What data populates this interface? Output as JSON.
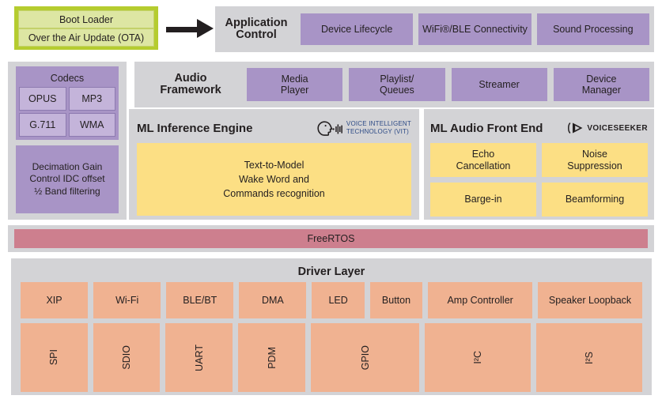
{
  "boot": {
    "items": [
      {
        "label": "Boot Loader"
      },
      {
        "label": "Over the Air Update (OTA)"
      }
    ]
  },
  "application_control": {
    "title_line1": "Application",
    "title_line2": "Control",
    "boxes": [
      {
        "label": "Device Lifecycle"
      },
      {
        "label": "WiFi®/BLE Connectivity"
      },
      {
        "label": "Sound Processing"
      }
    ]
  },
  "codecs": {
    "title": "Codecs",
    "cells": [
      {
        "label": "OPUS"
      },
      {
        "label": "MP3"
      },
      {
        "label": "G.711"
      },
      {
        "label": "WMA"
      }
    ],
    "decimation_line1": "Decimation Gain",
    "decimation_line2": "Control IDC offset",
    "decimation_line3": "½ Band filtering"
  },
  "audio_framework": {
    "title_line1": "Audio",
    "title_line2": "Framework",
    "boxes": [
      {
        "line1": "Media",
        "line2": "Player"
      },
      {
        "line1": "Playlist/",
        "line2": "Queues"
      },
      {
        "line1": "Streamer",
        "line2": ""
      },
      {
        "line1": "Device",
        "line2": "Manager"
      }
    ]
  },
  "ml_inference": {
    "title": "ML Inference Engine",
    "logo_line1": "VOICE INTELLIGENT",
    "logo_line2": "TECHNOLOGY (VIT)",
    "body_line1": "Text-to-Model",
    "body_line2": "Wake Word and",
    "body_line3": "Commands recognition"
  },
  "ml_audio_front_end": {
    "title": "ML Audio Front End",
    "logo_text": "VOICESEEKER",
    "boxes": [
      {
        "line1": "Echo",
        "line2": "Cancellation"
      },
      {
        "line1": "Noise",
        "line2": "Suppression"
      },
      {
        "line1": "Barge-in",
        "line2": ""
      },
      {
        "line1": "Beamforming",
        "line2": ""
      }
    ]
  },
  "rtos": {
    "label": "FreeRTOS"
  },
  "driver_layer": {
    "title": "Driver Layer",
    "top_row": [
      {
        "label": "XIP",
        "flex": 1
      },
      {
        "label": "Wi-Fi",
        "flex": 1
      },
      {
        "label": "BLE/BT",
        "flex": 1
      },
      {
        "label": "DMA",
        "flex": 1
      },
      {
        "label": "LED",
        "flex": 0.78
      },
      {
        "label": "Button",
        "flex": 0.78
      },
      {
        "label": "Amp Controller",
        "flex": 1.55
      },
      {
        "label": "Speaker Loopback",
        "flex": 1.55
      }
    ],
    "bottom_row": [
      {
        "label": "SPI",
        "flex": 1
      },
      {
        "label": "SDIO",
        "flex": 1
      },
      {
        "label": "UART",
        "flex": 1
      },
      {
        "label": "PDM",
        "flex": 1
      },
      {
        "label": "GPIO",
        "flex": 1.62
      },
      {
        "label": "I²C",
        "flex": 1.58
      },
      {
        "label": "I²S",
        "flex": 1.58
      }
    ]
  },
  "colors": {
    "panel_gray": "#d3d3d6",
    "boot_green": "#b5cc2f",
    "boot_green_light": "#dde6a3",
    "purple": "#a894c6",
    "purple_light": "#c4b4da",
    "yellow": "#fcdf84",
    "rose": "#cd7f8e",
    "orange": "#f0b291",
    "arrow_black": "#231f20"
  }
}
